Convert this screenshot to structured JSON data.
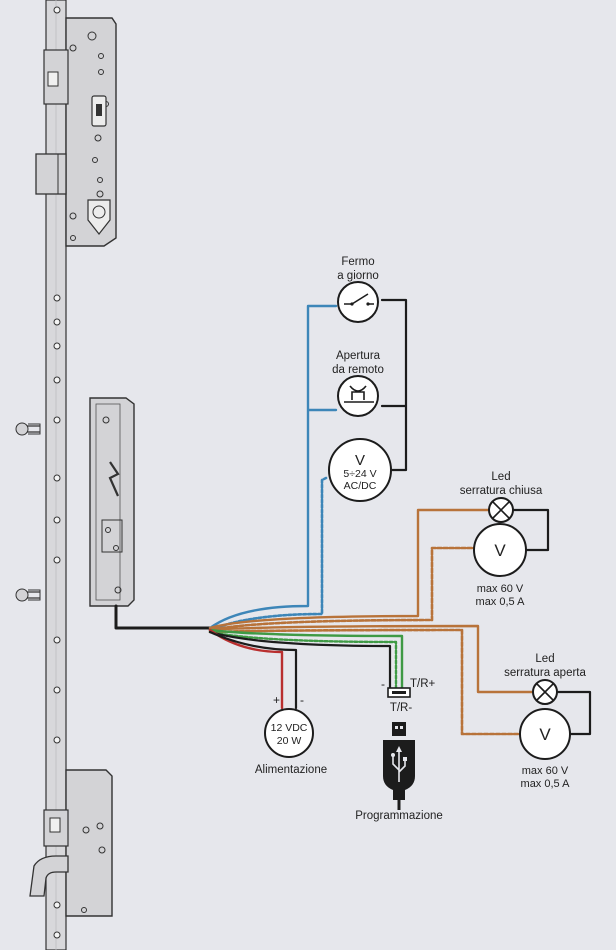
{
  "components": {
    "fermo": {
      "line1": "Fermo",
      "line2": "a giorno"
    },
    "apertura": {
      "line1": "Apertura",
      "line2": "da remoto"
    },
    "volt_input": {
      "symbol": "V",
      "line1": "5÷24 V",
      "line2": "AC/DC"
    },
    "led_chiusa": {
      "line1": "Led",
      "line2": "serratura chiusa"
    },
    "meter_chiusa": {
      "symbol": "V",
      "line1": "max 60 V",
      "line2": "max 0,5 A"
    },
    "led_aperta": {
      "line1": "Led",
      "line2": "serratura aperta"
    },
    "meter_aperta": {
      "symbol": "V",
      "line1": "max 60 V",
      "line2": "max 0,5 A"
    },
    "alimentazione": {
      "plus": "+",
      "minus": "-",
      "line1": "12 VDC",
      "line2": "20 W",
      "caption": "Alimentazione"
    },
    "programmazione": {
      "minus": "-",
      "tr_plus": "T/R+",
      "tr_minus": "T/R-",
      "caption": "Programmazione"
    }
  },
  "colors": {
    "background": "#e6e7ec",
    "wire_blue": "#3d86b8",
    "wire_orange": "#b8733a",
    "wire_red": "#b92f2f",
    "wire_green": "#3f9a45",
    "wire_black": "#1c1c1c",
    "wire_grey": "#9a9a9a",
    "hardware_fill": "#d3d3d6",
    "hardware_stroke": "#333333"
  }
}
